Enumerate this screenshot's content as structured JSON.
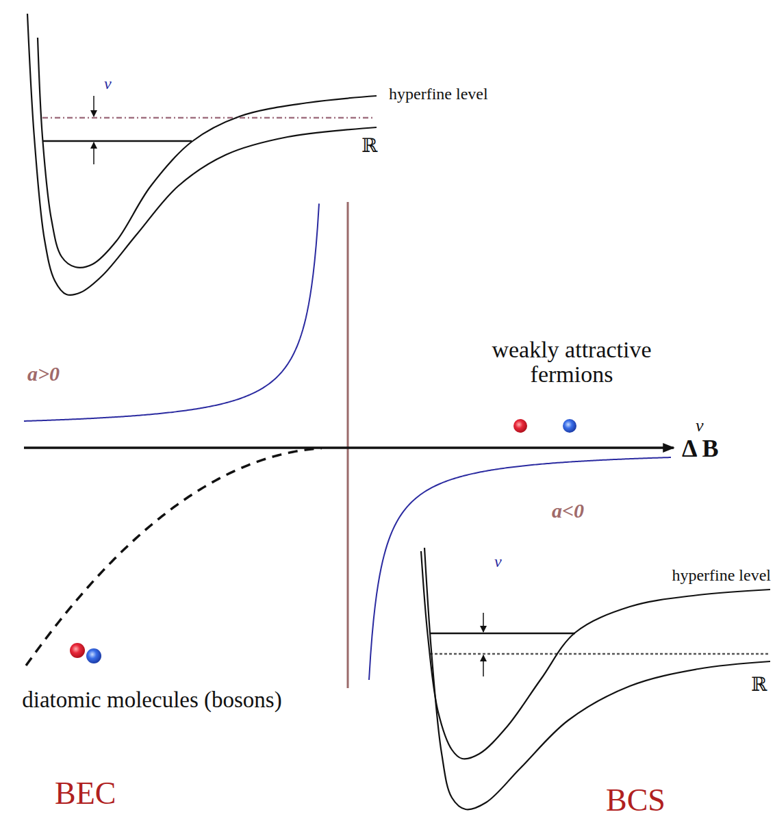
{
  "diagram": {
    "labels": [
      "hyperfine level",
      "ν",
      "ℝ",
      "a>0",
      "weakly attractive fermions",
      "ν",
      "Δ B",
      "a<0",
      "hyperfine level",
      "ν",
      "ℝ",
      "diatomic molecules (bosons)",
      "BEC",
      "BCS"
    ]
  }
}
